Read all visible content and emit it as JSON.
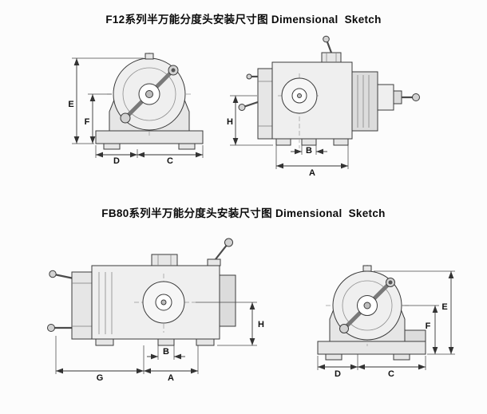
{
  "page": {
    "background": "#fcfcfc",
    "line_color": "#3b3b3b"
  },
  "sections": {
    "f12": {
      "title": "F12系列半万能分度头安装尺寸图 Dimensional  Sketch",
      "front_view": {
        "dims": {
          "E": "E",
          "F": "F",
          "D": "D",
          "C": "C"
        }
      },
      "side_view": {
        "dims": {
          "H": "H",
          "B": "B",
          "A": "A"
        }
      }
    },
    "fb80": {
      "title": "FB80系列半万能分度头安装尺寸图 Dimensional  Sketch",
      "side_view": {
        "dims": {
          "H": "H",
          "B": "B",
          "A": "A",
          "G": "G"
        }
      },
      "front_view": {
        "dims": {
          "E": "E",
          "F": "F",
          "D": "D",
          "C": "C"
        }
      }
    }
  }
}
